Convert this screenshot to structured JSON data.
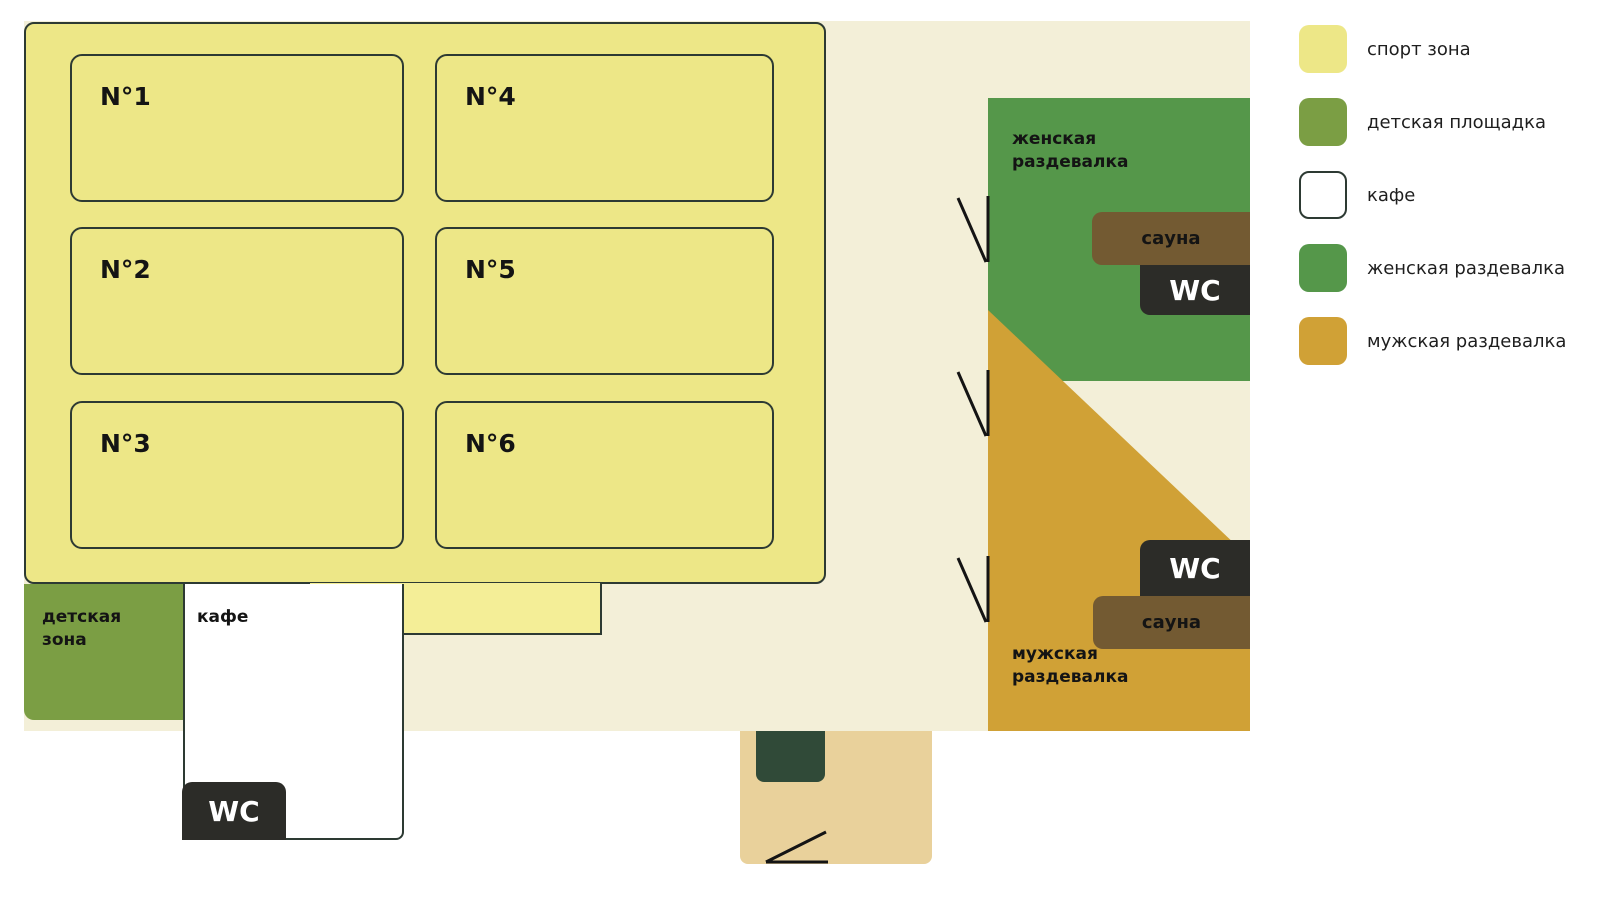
{
  "courts": [
    {
      "label": "N°1"
    },
    {
      "label": "N°2"
    },
    {
      "label": "N°3"
    },
    {
      "label": "N°4"
    },
    {
      "label": "N°5"
    },
    {
      "label": "N°6"
    }
  ],
  "zones": {
    "kids": "детская зона",
    "cafe": "кафе",
    "women_locker": "женская раздевалка",
    "men_locker": "мужская раздевалка",
    "sauna": "сауна",
    "wc": "WC"
  },
  "legend": [
    {
      "label": "спорт зона",
      "color": "#ede787"
    },
    {
      "label": "детская площадка",
      "color": "#7b9e44"
    },
    {
      "label": "кафе",
      "color": "#ffffff"
    },
    {
      "label": "женская раздевалка",
      "color": "#55974a"
    },
    {
      "label": "мужская раздевалка",
      "color": "#d0a136"
    }
  ],
  "colors": {
    "sport": "#ede787",
    "kids": "#7b9e44",
    "cafe": "#ffffff",
    "women": "#55974a",
    "men": "#d0a136",
    "sauna": "#735a32",
    "wc": "#2c2c28",
    "floor": "#f3efd8",
    "lobby": "#e9d19b",
    "outline": "#2d3a33"
  }
}
